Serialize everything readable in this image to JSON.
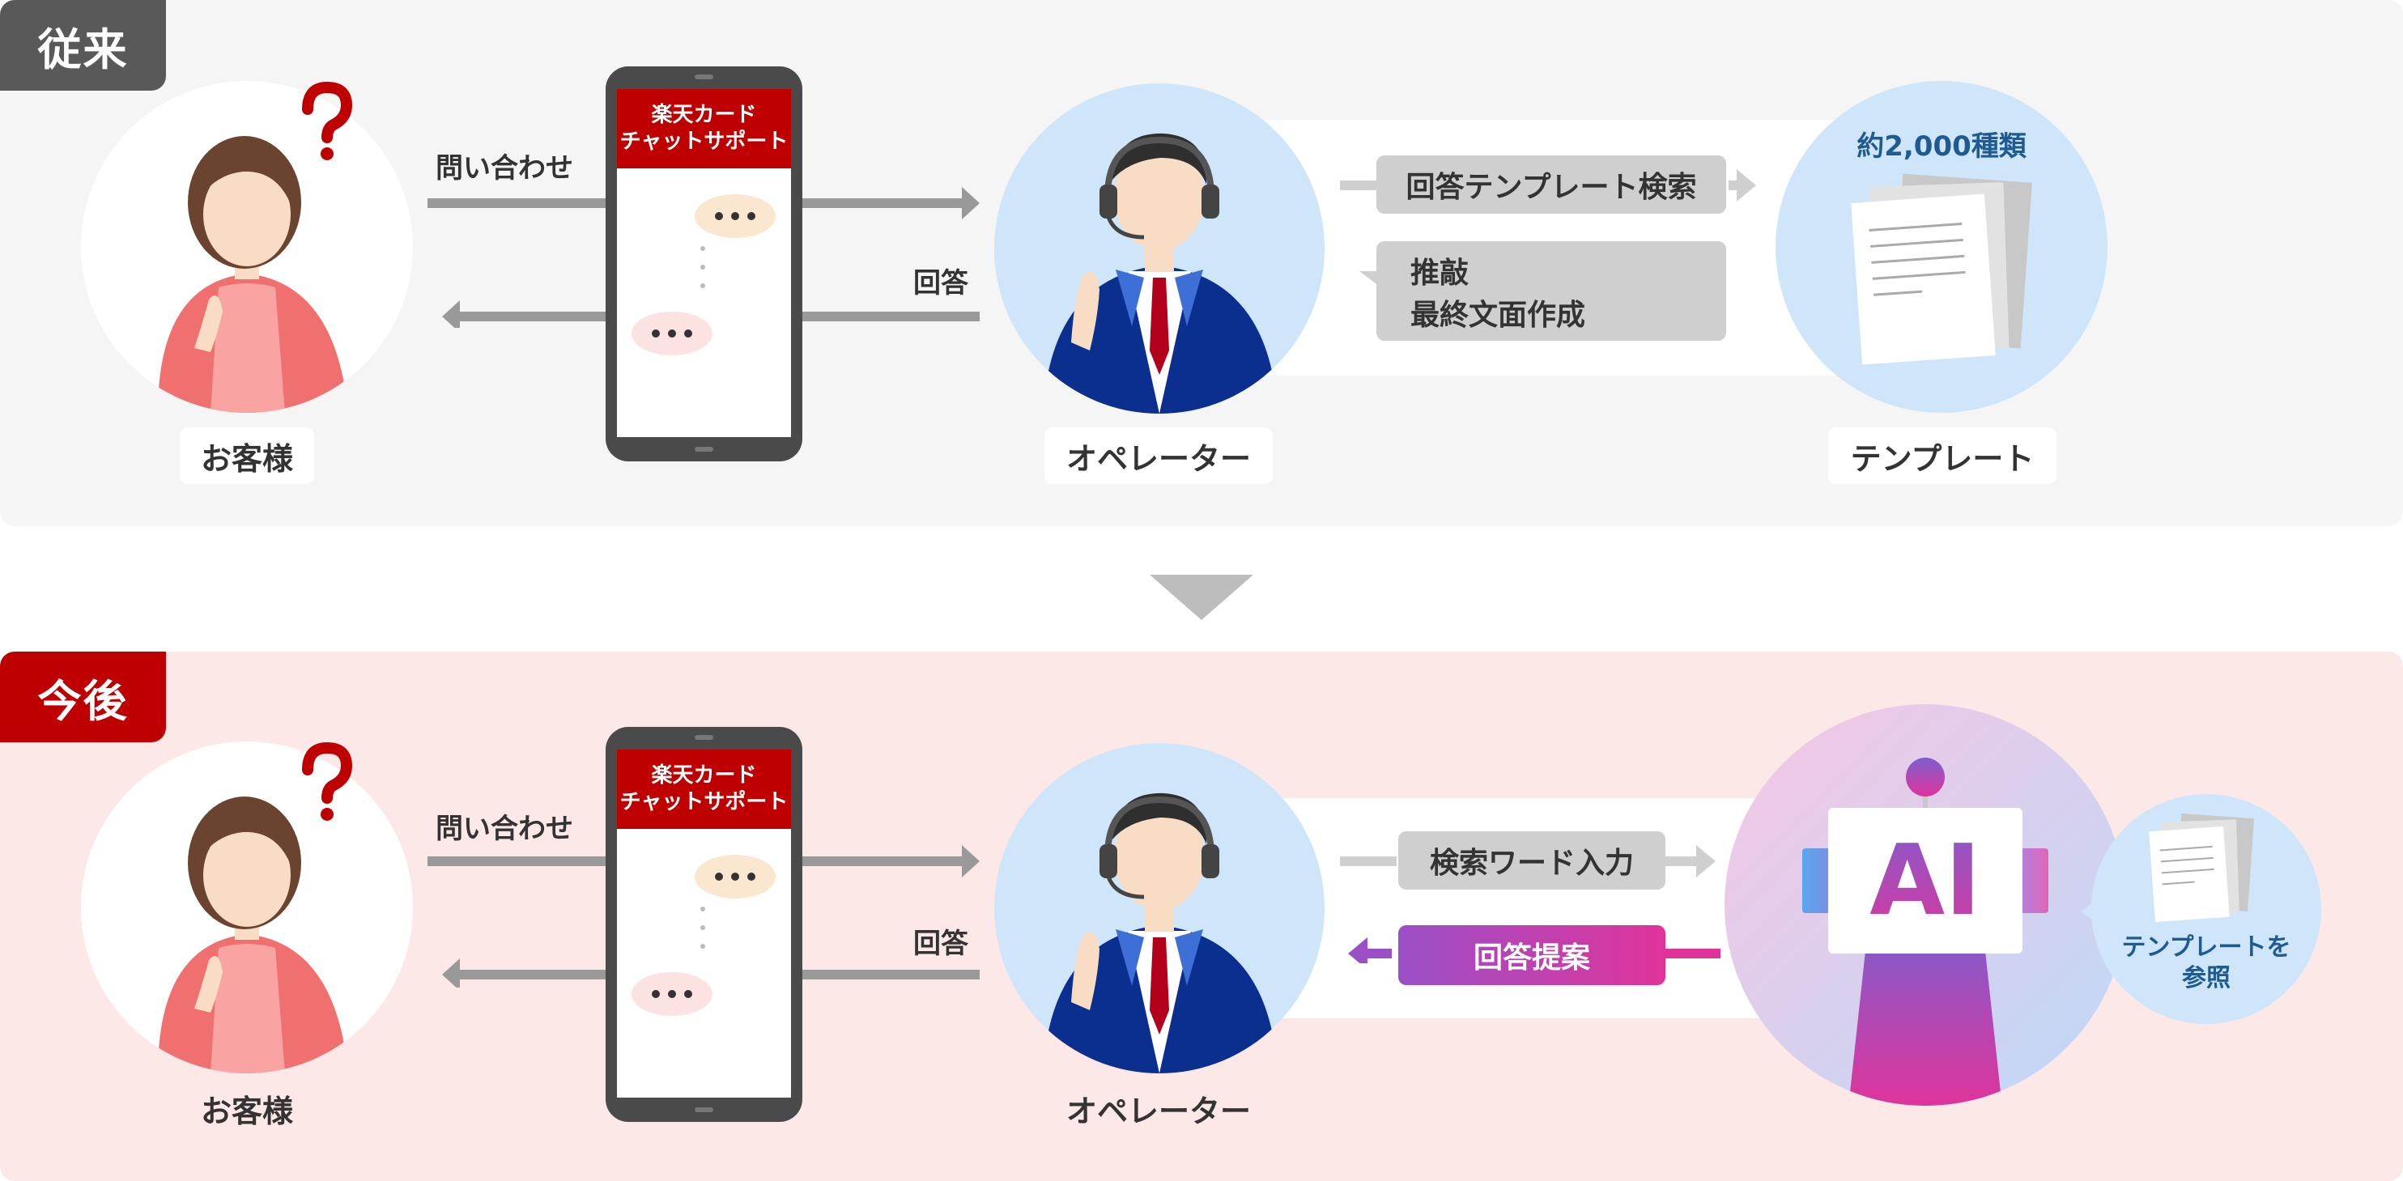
{
  "before": {
    "tag": "従来",
    "customer_label": "お客様",
    "inquiry_label": "問い合わせ",
    "answer_label": "回答",
    "phone_header": [
      "楽天カード",
      "チャットサポート"
    ],
    "operator_label": "オペレーター",
    "search_box": "回答テンプレート検索",
    "edit_box": [
      "推敲",
      "最終文面作成"
    ],
    "template_count": "約2,000種類",
    "template_label": "テンプレート"
  },
  "after": {
    "tag": "今後",
    "customer_label": "お客様",
    "inquiry_label": "問い合わせ",
    "answer_label": "回答",
    "phone_header": [
      "楽天カード",
      "チャットサポート"
    ],
    "operator_label": "オペレーター",
    "keyword_box": "検索ワード入力",
    "suggest_box": "回答提案",
    "ai_text": "AI",
    "template_ref": [
      "テンプレートを",
      "参照"
    ]
  },
  "colors": {
    "before_bg": "#f5f5f5",
    "after_bg": "#fde8e8",
    "before_tag": "#595959",
    "after_tag": "#bf0000",
    "accent_red": "#bf0000",
    "circle_blue": "#cfe6fa",
    "suit_blue": "#0b2f8f",
    "gradient_purple": "#9a4fc7",
    "gradient_pink": "#e0339a"
  }
}
